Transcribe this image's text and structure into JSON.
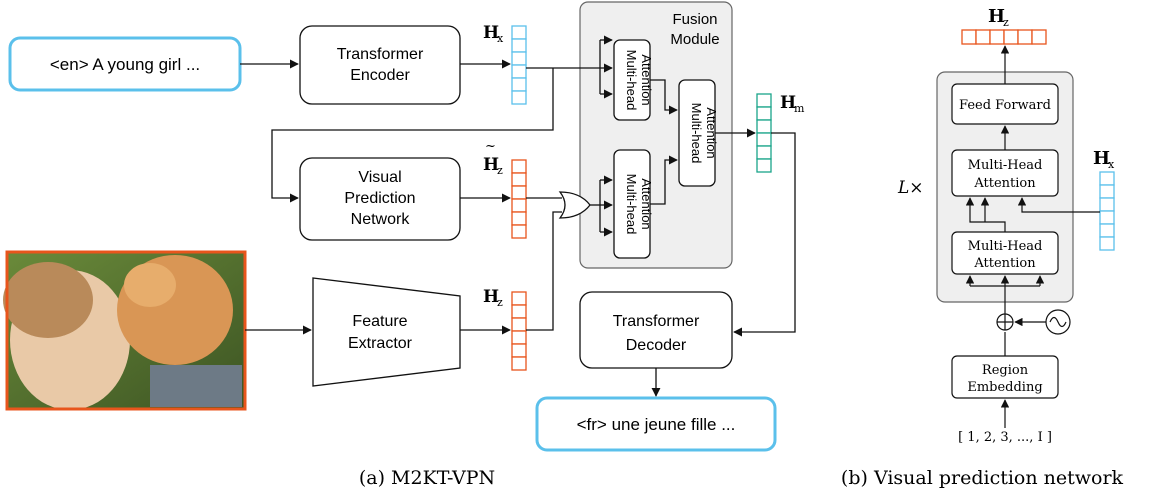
{
  "part_a": {
    "caption": "(a) M2KT-VPN",
    "source_text": "<en> A young girl ...",
    "target_text": "<fr> une jeune fille ...",
    "transformer_encoder": [
      "Transformer",
      "Encoder"
    ],
    "visual_prediction_network": [
      "Visual",
      "Prediction",
      "Network"
    ],
    "feature_extractor": [
      "Feature",
      "Extractor"
    ],
    "transformer_decoder": [
      "Transformer",
      "Decoder"
    ],
    "fusion_module": [
      "Fusion",
      "Module"
    ],
    "attention_label": [
      "Multi-head",
      "Attention"
    ],
    "image_alt": "girl and cat photo",
    "labels": {
      "hx": "H",
      "hx_sub": "x",
      "hz": "H",
      "hz_sub": "z",
      "hz_tilde": "H",
      "hz_tilde_sub": "z",
      "hm": "H",
      "hm_sub": "m"
    }
  },
  "part_b": {
    "caption": "(b) Visual prediction network",
    "feed_forward": "Feed Forward",
    "mha_upper": [
      "Multi-Head",
      "Attention"
    ],
    "mha_lower": [
      "Multi-Head",
      "Attention"
    ],
    "region_embedding": [
      "Region",
      "Embedding"
    ],
    "index_list": "[ 1, 2, 3, ..., I ]",
    "repeat": "L×",
    "labels": {
      "hz_top": "H",
      "hz_top_sub": "z",
      "hx": "H",
      "hx_sub": "x"
    }
  },
  "colors": {
    "blue_vec": "#5bc0eb",
    "orange_vec": "#e8551c",
    "green_vec": "#1aa58a",
    "panel_bg": "#efefef",
    "image_border": "#e8551c"
  }
}
